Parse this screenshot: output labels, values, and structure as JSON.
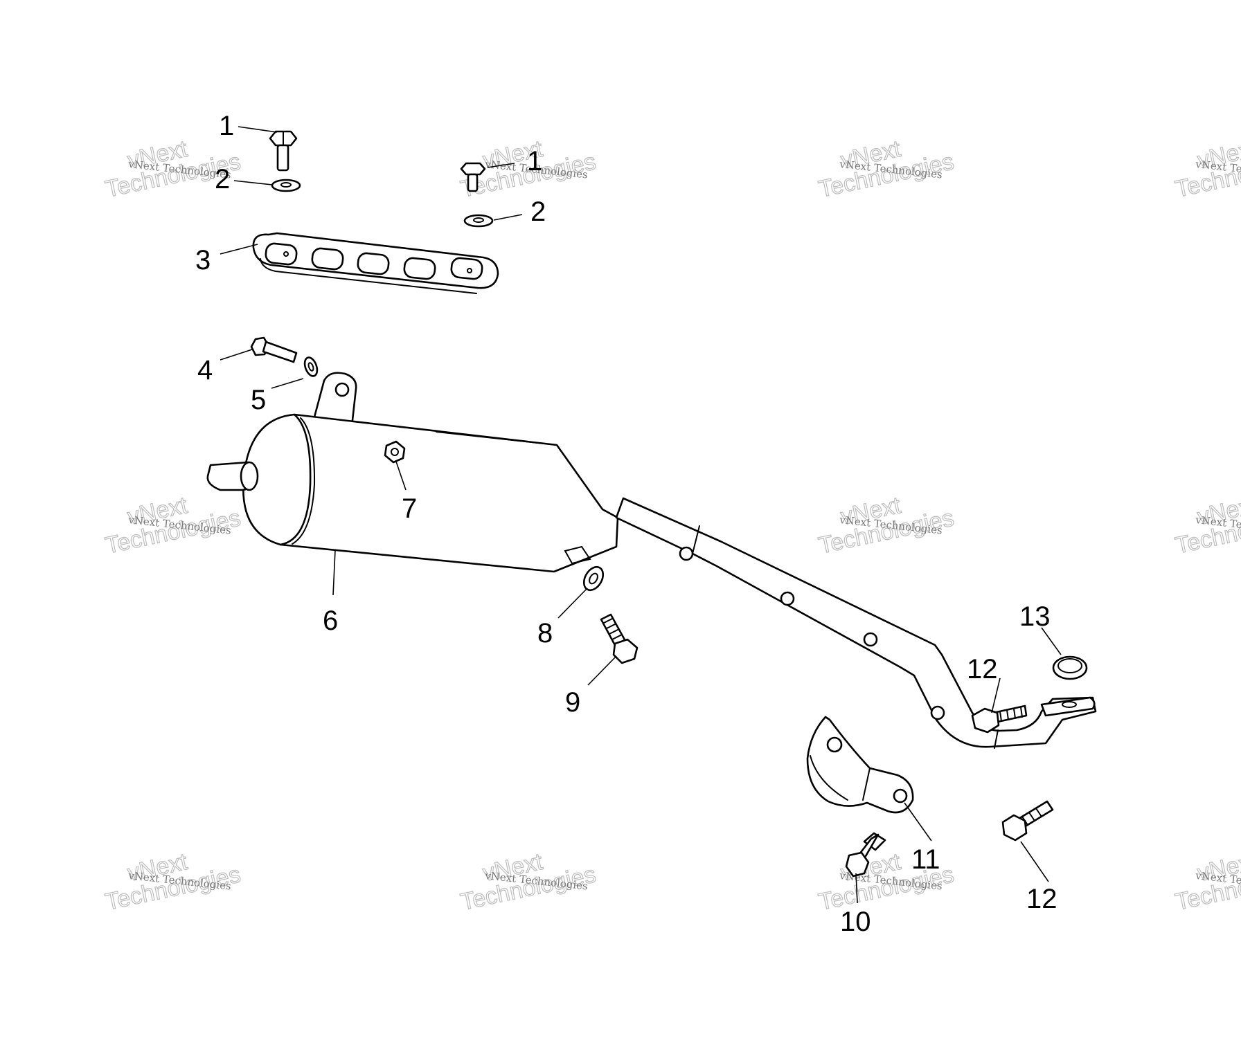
{
  "callouts": [
    "1",
    "2",
    "3",
    "4",
    "5",
    "6",
    "7",
    "8",
    "9",
    "10",
    "11",
    "12",
    "13"
  ],
  "watermark": {
    "line1": "vNext Technologies",
    "line2": "vNext",
    "line3": "Technologies"
  },
  "colors": {
    "ink": "#000000",
    "watermark": "#bdbdbd",
    "background": "#ffffff"
  }
}
